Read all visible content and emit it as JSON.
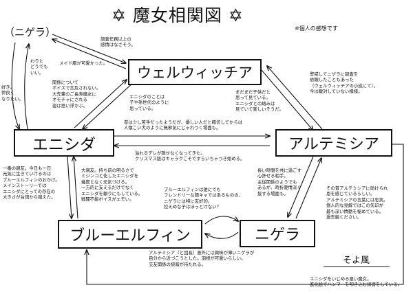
{
  "title": "魔女相関図",
  "title_marks": "✡",
  "subtitle": "※個人の感想です",
  "free_name": "（ニゲラ）",
  "signature": "そよ風",
  "nodes": {
    "wellwich": "ウェルウィッチア",
    "enishida": "エニシダ",
    "artemisia": "アルテミシア",
    "blue_elfin": "ブルーエルフィン",
    "nigera": "ニゲラ"
  },
  "notes": {
    "chosa": "調査任務以上の\n感情はなさそう。",
    "maid": "メイド服が可愛かった。",
    "wari": "わりと\nどうでも\nいい。",
    "suki": "好き。\n仲良く\nなりたい。",
    "kankei": "関係について\nボイスで言及されない。\n大先輩のご長寿魔女に\nオモチャにされる\n姿は思い浮かぶ。",
    "enishida_koto": "エニシダのことは\n子や孫世代のように\n思っている。",
    "madamada": "まだまだ子供だと\n思って見ている。\nエニシダとの絡みは\n見ていて楽しいそうだ。",
    "keikai": "警戒してニゲラに調査を\n依頼したこともあった\n（ウェルウィッチアの小説にて）。\n今は敵対していない模様。",
    "mukashi": "昔は少し苦手だったようだが、優しい人だと確信してからは\n人懐こい犬のように無邪気にじゃれつく場面も。",
    "afureru": "溢れるデレが隠せなくなってきた。\nクリスマス版はキャラクこそですらいちゃつき始める。",
    "ichiban": "一番の親友。今日も一日\n元気に生きていけるのは\nブルーエルフィンのおかげ。\nメインストーリーでは\nエニシダにとっての存在の\n大きさが台詞から窺えた。",
    "ooguma": "大親友。持ち前の明るさで\nミジンコと化したエニシダを\n幾度となく元気づける。\n一方的に支えるだけでなく\nエニシダを頼りにもしている。\n戦闘不能ボイスがエモい。",
    "blue_nigera": "ブルーエルフィンは誰にでも\nフレンドリーな陽キャではあるものの、\nニゲラには特に友好的。\n控えめな子はほっとけない？",
    "nagai": "長い時間を共に過ごす\n心許せる相手。\n主従関係のようでも\nあるが、時折愛情深く\n接する場面も。",
    "sono_mukashi": "その昔アルテミシアに助けられ\n恩を感じているらしい。\nアルテミシアの言葉には忠実。\n個人的な見解ではこの矢印が\n最も深い情動を秘めている。\n過去編ください。",
    "nigera_note": "アルテミシア（と団長）意外には興味が薄いニゲラが\n自分から近づこうとした。羽根が可愛いらしい。\n交友関係の続報が待たれる。",
    "ijime": "エニシダをいじめる悪い魔女。\n進化絵でハンマーを叩き込む練習をしている。"
  }
}
